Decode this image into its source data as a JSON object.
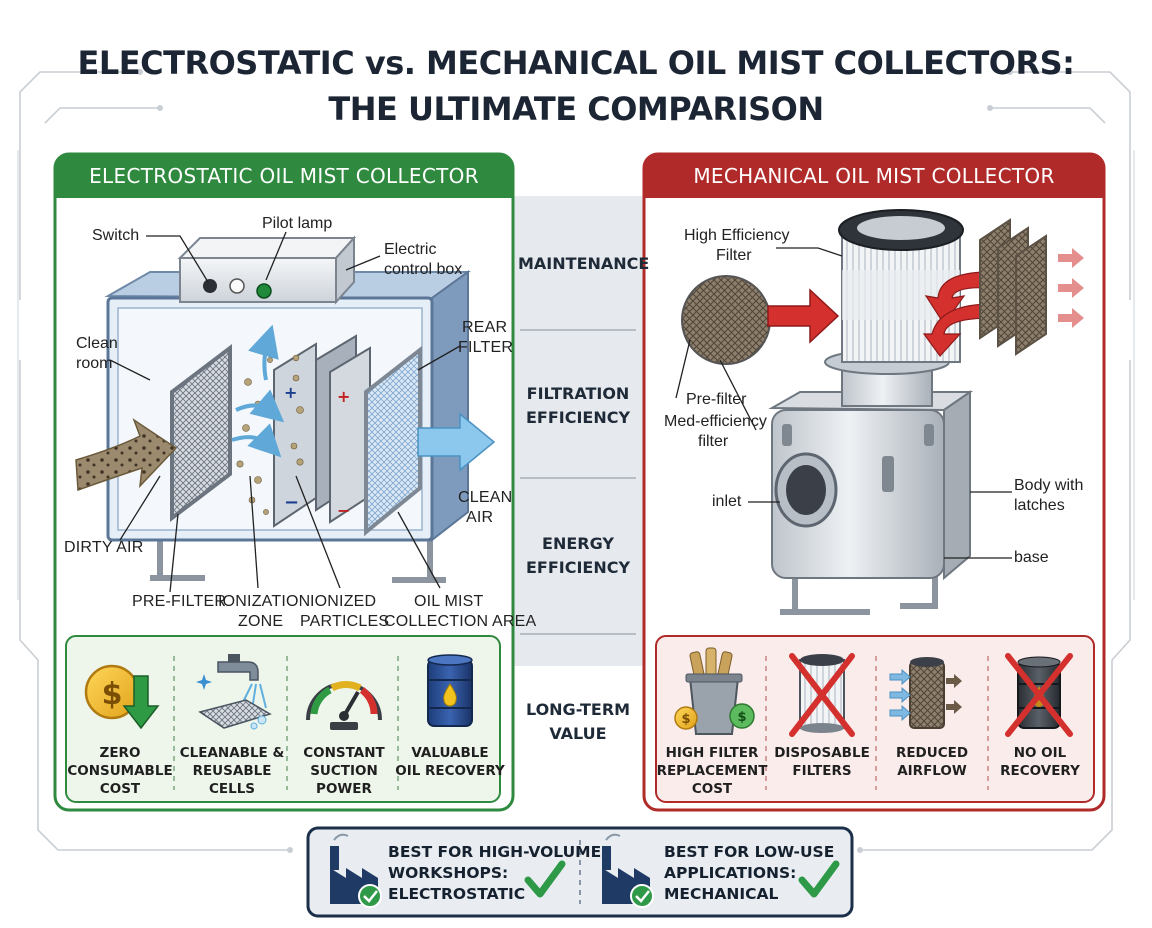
{
  "title": {
    "line1": "ELECTROSTATIC vs. MECHANICAL OIL MIST COLLECTORS:",
    "line2": "THE ULTIMATE COMPARISON"
  },
  "left": {
    "header": "ELECTROSTATIC OIL MIST COLLECTOR",
    "labels": {
      "switch": "Switch",
      "pilot_lamp": "Pilot lamp",
      "control_box_1": "Electric",
      "control_box_2": "control box",
      "clean_room_1": "Clean",
      "clean_room_2": "room",
      "rear_filter_1": "REAR",
      "rear_filter_2": "FILTER",
      "dirty_air": "DIRTY AIR",
      "clean_air_1": "CLEAN",
      "clean_air_2": "AIR",
      "pre_filter": "PRE-FILTER",
      "ionization_1": "IONIZATION",
      "ionization_2": "ZONE",
      "ionized_1": "IONIZED",
      "ionized_2": "PARTICLES",
      "oil_mist_1": "OIL MIST",
      "oil_mist_2": "COLLECTION AREA"
    },
    "features": [
      {
        "icon": "coin-down-arrow-icon",
        "text": "ZERO\nCONSUMABLE\nCOST"
      },
      {
        "icon": "faucet-cleaning-icon",
        "text": "CLEANABLE &\nREUSABLE CELLS"
      },
      {
        "icon": "gauge-icon",
        "text": "CONSTANT\nSUCTION POWER"
      },
      {
        "icon": "oil-barrel-icon",
        "text": "VALUABLE\nOIL RECOVERY"
      }
    ]
  },
  "right": {
    "header": "MECHANICAL OIL MIST COLLECTOR",
    "labels": {
      "hef_1": "High Efficiency",
      "hef_2": "Filter",
      "pre_filter": "Pre-filter",
      "med_1": "Med-efficiency",
      "med_2": "filter",
      "inlet": "inlet",
      "body_1": "Body with",
      "body_2": "latches",
      "base": "base"
    },
    "features": [
      {
        "icon": "trash-can-money-icon",
        "text": "HIGH FILTER\nREPLACEMENT\nCOST"
      },
      {
        "icon": "crossed-filter-icon",
        "text": "DISPOSABLE\nFILTERS"
      },
      {
        "icon": "clogged-filter-icon",
        "text": "REDUCED\nAIRFLOW"
      },
      {
        "icon": "crossed-barrel-icon",
        "text": "NO OIL\nRECOVERY"
      }
    ]
  },
  "criteria": [
    {
      "line1": "MAINTENANCE",
      "line2": ""
    },
    {
      "line1": "FILTRATION",
      "line2": "EFFICIENCY"
    },
    {
      "line1": "ENERGY",
      "line2": "EFFICIENCY"
    },
    {
      "line1": "LONG-TERM",
      "line2": "VALUE"
    }
  ],
  "bottom": {
    "left": {
      "line1": "BEST FOR HIGH-VOLUME",
      "line2": "WORKSHOPS:",
      "line3": "ELECTROSTATIC",
      "icon": "factory-check-icon"
    },
    "right": {
      "line1": "BEST FOR LOW-USE",
      "line2": "APPLICATIONS:",
      "line3": "MECHANICAL",
      "icon": "factory-check-icon"
    }
  },
  "colors": {
    "green": "#2f8a3f",
    "red": "#b12a2a",
    "navy": "#1c2533",
    "check": "#2e9a48"
  }
}
